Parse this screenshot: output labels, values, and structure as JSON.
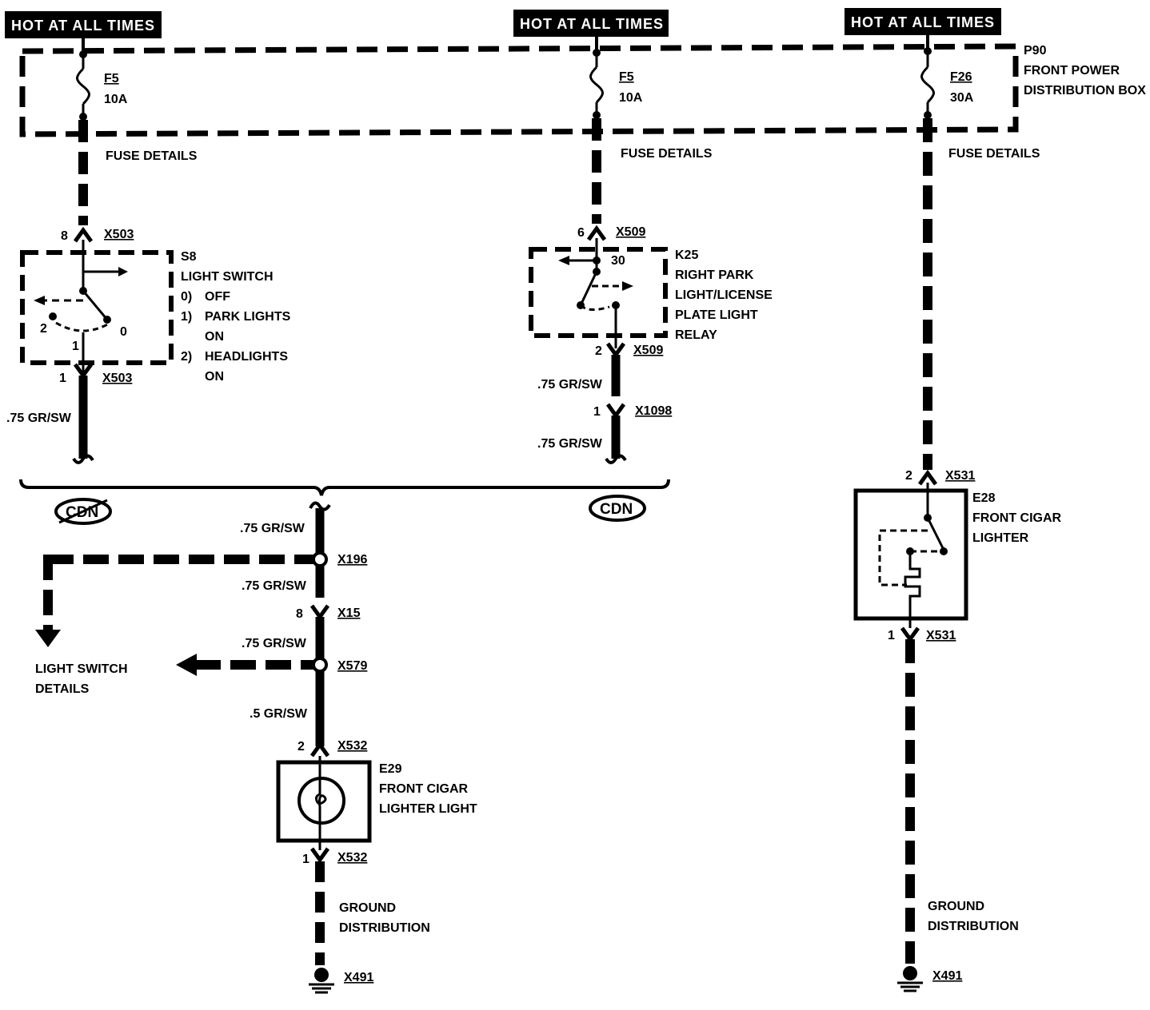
{
  "header": {
    "hot_label": "HOT AT ALL TIMES"
  },
  "colors": {
    "ink": "#000000",
    "paper": "#ffffff"
  },
  "power_box": {
    "id": "P90",
    "name_line1": "FRONT POWER",
    "name_line2": "DISTRIBUTION BOX",
    "fuses": [
      {
        "id": "F5",
        "rating": "10A",
        "details": "FUSE DETAILS"
      },
      {
        "id": "F5",
        "rating": "10A",
        "details": "FUSE DETAILS"
      },
      {
        "id": "F26",
        "rating": "30A",
        "details": "FUSE DETAILS"
      }
    ]
  },
  "light_switch": {
    "id": "S8",
    "name": "LIGHT SWITCH",
    "positions": [
      {
        "key": "0)",
        "text": "OFF"
      },
      {
        "key": "1)",
        "text": "PARK LIGHTS"
      },
      {
        "key": "",
        "text": "ON"
      },
      {
        "key": "2)",
        "text": "HEADLIGHTS"
      },
      {
        "key": "",
        "text": "ON"
      }
    ],
    "pin_in": "8",
    "pin_out": "1",
    "connector": "X503",
    "inner_pins": {
      "left": "2",
      "bottom": "1",
      "right": "0"
    },
    "wire": ".75 GR/SW"
  },
  "relay": {
    "id": "K25",
    "name_lines": [
      "RIGHT PARK",
      "LIGHT/LICENSE",
      "PLATE LIGHT",
      "RELAY"
    ],
    "pin_in": "6",
    "pin_out": "2",
    "connector": "X509",
    "terminal": "30",
    "wire_1": ".75 GR/SW",
    "connector_2_pin": "1",
    "connector_2": "X1098",
    "wire_2": ".75 GR/SW"
  },
  "cdn": {
    "left": "CDN",
    "right": "CDN"
  },
  "center_circuit": {
    "wires": [
      ".75 GR/SW",
      ".75 GR/SW",
      ".75 GR/SW",
      ".5 GR/SW"
    ],
    "splices": [
      "X196",
      "X579"
    ],
    "connector_x15": {
      "pin": "8",
      "id": "X15"
    },
    "light_switch_details": [
      "LIGHT SWITCH",
      "DETAILS"
    ]
  },
  "lighter_light": {
    "id": "E29",
    "name_lines": [
      "FRONT CIGAR",
      "LIGHTER LIGHT"
    ],
    "pin_top": "2",
    "pin_bottom": "1",
    "connector": "X532"
  },
  "cigar_lighter": {
    "id": "E28",
    "name_lines": [
      "FRONT CIGAR",
      "LIGHTER"
    ],
    "pin_top": "2",
    "pin_bottom": "1",
    "connector": "X531"
  },
  "ground": {
    "lines": [
      "GROUND",
      "DISTRIBUTION"
    ],
    "connector": "X491"
  }
}
